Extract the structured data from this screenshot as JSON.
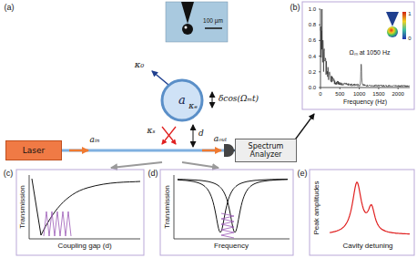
{
  "diagram": {
    "nodes": [
      {
        "text": [
          "Laser"
        ]
      },
      {
        "text": [
          "a"
        ]
      },
      {
        "text": [
          "Spectrum Analyzer"
        ]
      }
    ],
    "edges": [
      {
        "from": 0,
        "to": 2,
        "arrow": "to"
      }
    ],
    "labels": [
      "(a)",
      "100 µm",
      "κ₀",
      "κₑ",
      "δcos(Ωₘt)",
      "κₛ",
      "d",
      "aᵢₙ",
      "aₒᵤₜ",
      "(b)",
      "1.0",
      "0.8",
      "0.6",
      "0.4",
      "0.2",
      "0.0",
      "0",
      "500",
      "1000",
      "1500",
      "2000",
      "Frequency (Hz)",
      "Ωₘ at 1050 Hz",
      "1",
      "0",
      "(c)",
      "Transmission",
      "Coupling gap (d)",
      "(d)",
      "Transmission",
      "Frequency",
      "(e)",
      "Peak amplitudes",
      "Cavity detuning"
    ]
  }
}
